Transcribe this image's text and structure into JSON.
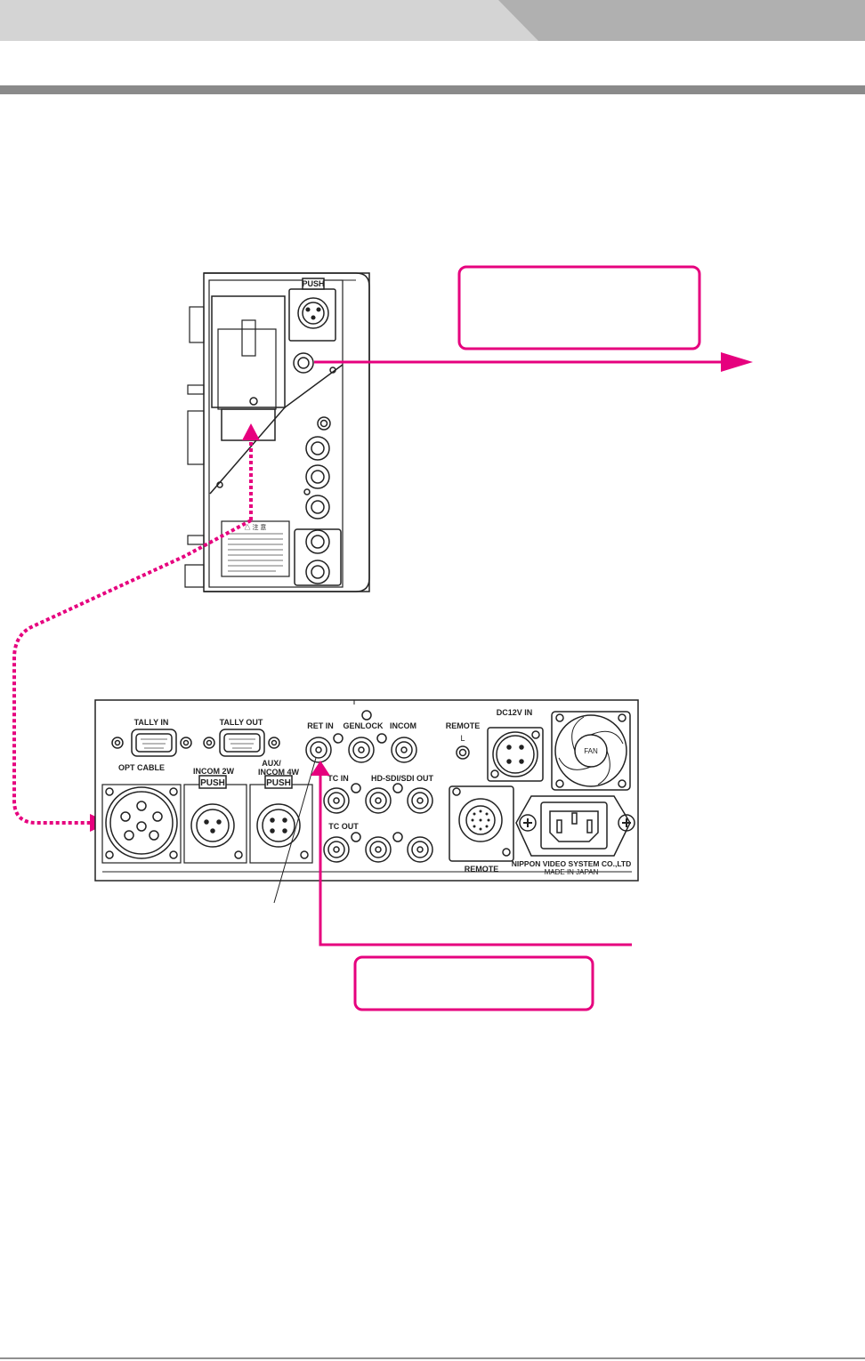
{
  "camera_adapter": {
    "push_label": "PUSH",
    "warning_title": "△ 注 意"
  },
  "cabinet": {
    "tally_in": "TALLY IN",
    "tally_out": "TALLY OUT",
    "ret_in": "RET IN",
    "genlock": "GENLOCK",
    "incom": "INCOM",
    "remote_top": "REMOTE",
    "remote_led": "L",
    "dc12v_in": "DC12V IN",
    "fan": "FAN",
    "opt_cable": "OPT CABLE",
    "incom_2w": "INCOM 2W",
    "aux_line1": "AUX/",
    "aux_line2": "INCOM 4W",
    "push_2w": "PUSH",
    "push_4w": "PUSH",
    "tc_in": "TC IN",
    "hd_sdi_out": "HD-SDI/SDI OUT",
    "tc_out": "TC OUT",
    "remote_bottom": "REMOTE",
    "maker": "NIPPON VIDEO SYSTEM CO.,LTD",
    "made_in": "MADE IN JAPAN"
  },
  "colors": {
    "accent": "#e6007e",
    "line": "#222222",
    "header_light": "#d4d4d4",
    "header_dark": "#b0b0b0",
    "rule": "#8a8a8a"
  }
}
